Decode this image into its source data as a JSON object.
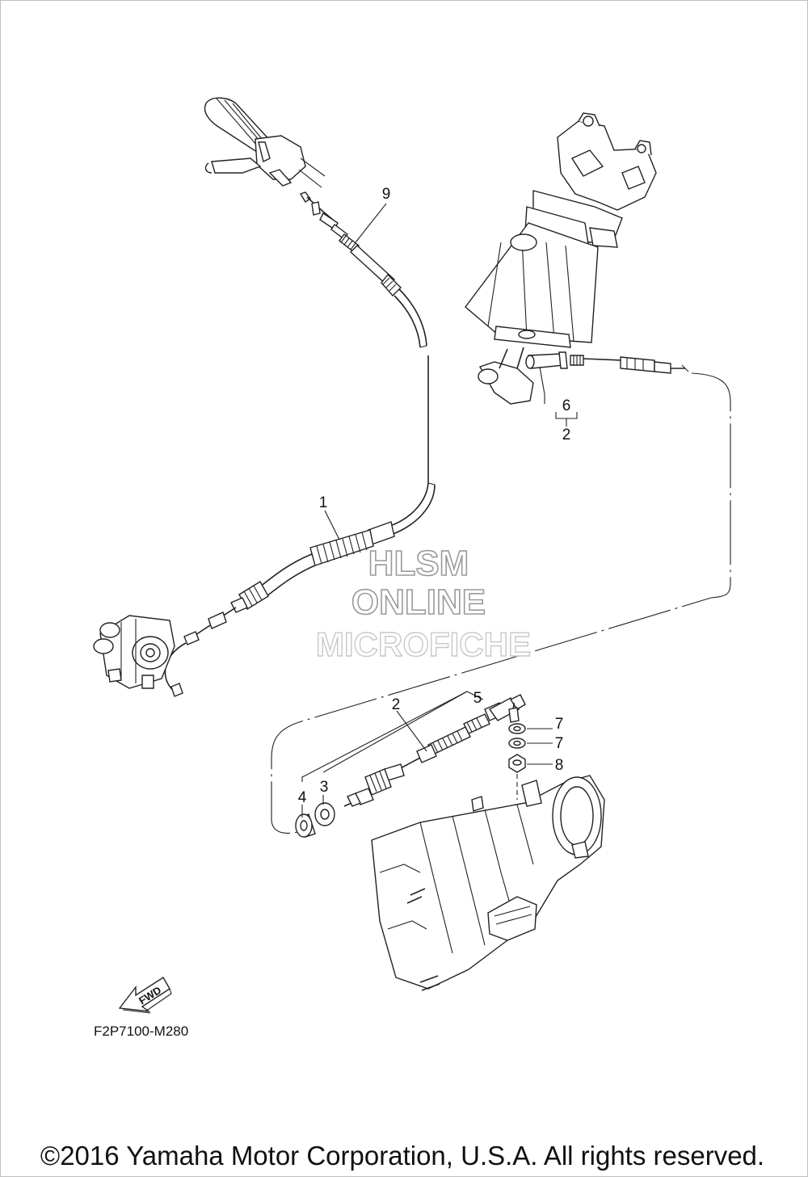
{
  "callouts": {
    "c1": "1",
    "c2a": "2",
    "c2b": "2",
    "c3": "3",
    "c4": "4",
    "c5": "5",
    "c6": "6",
    "c7a": "7",
    "c7b": "7",
    "c8": "8",
    "c9": "9"
  },
  "fwd_label": "FWD",
  "diagram_code": "F2P7100-M280",
  "watermark": {
    "line1": "HLSM",
    "line2": "ONLINE",
    "line3": "MICROFICHE"
  },
  "copyright": "©2016 Yamaha Motor Corporation, U.S.A. All rights reserved."
}
